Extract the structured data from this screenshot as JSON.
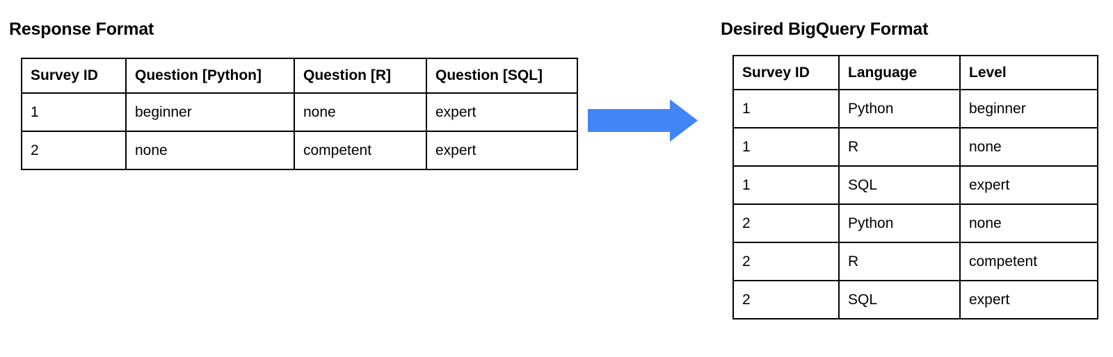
{
  "background_color": "#ffffff",
  "arrow": {
    "icon": "right-arrow-icon",
    "color": "#4285F4",
    "direction": "right"
  },
  "response_panel": {
    "title": "Response Format",
    "table": {
      "columns": [
        "Survey ID",
        "Question [Python]",
        "Question [R]",
        "Question [SQL]"
      ],
      "rows": [
        [
          "1",
          "beginner",
          "none",
          "expert"
        ],
        [
          "2",
          "none",
          "competent",
          "expert"
        ]
      ]
    }
  },
  "bigquery_panel": {
    "title": "Desired BigQuery Format",
    "table": {
      "columns": [
        "Survey ID",
        "Language",
        "Level"
      ],
      "rows": [
        [
          "1",
          "Python",
          "beginner"
        ],
        [
          "1",
          "R",
          "none"
        ],
        [
          "1",
          "SQL",
          "expert"
        ],
        [
          "2",
          "Python",
          "none"
        ],
        [
          "2",
          "R",
          "competent"
        ],
        [
          "2",
          "SQL",
          "expert"
        ]
      ]
    }
  }
}
